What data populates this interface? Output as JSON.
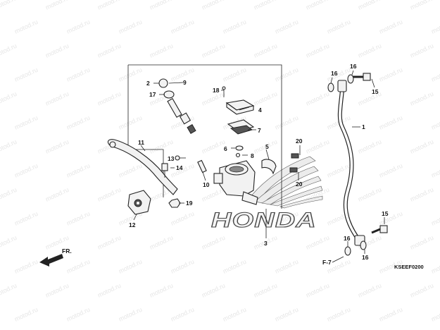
{
  "diagram": {
    "watermark_text": "motod.ru",
    "brand_text": "HONDA",
    "diagram_code": "KSEEF0200",
    "front_direction_label": "FR.",
    "reference_label": "F-7",
    "callouts": {
      "c1": "1",
      "c2": "2",
      "c3": "3",
      "c4": "4",
      "c5": "5",
      "c6": "6",
      "c7": "7",
      "c8": "8",
      "c9": "9",
      "c10": "10",
      "c11": "11",
      "c12": "12",
      "c13": "13",
      "c14": "14",
      "c15a": "15",
      "c15b": "15",
      "c16a": "16",
      "c16b": "16",
      "c16c": "16",
      "c16d": "16",
      "c17": "17",
      "c18": "18",
      "c19": "19",
      "c20a": "20",
      "c20b": "20"
    }
  }
}
